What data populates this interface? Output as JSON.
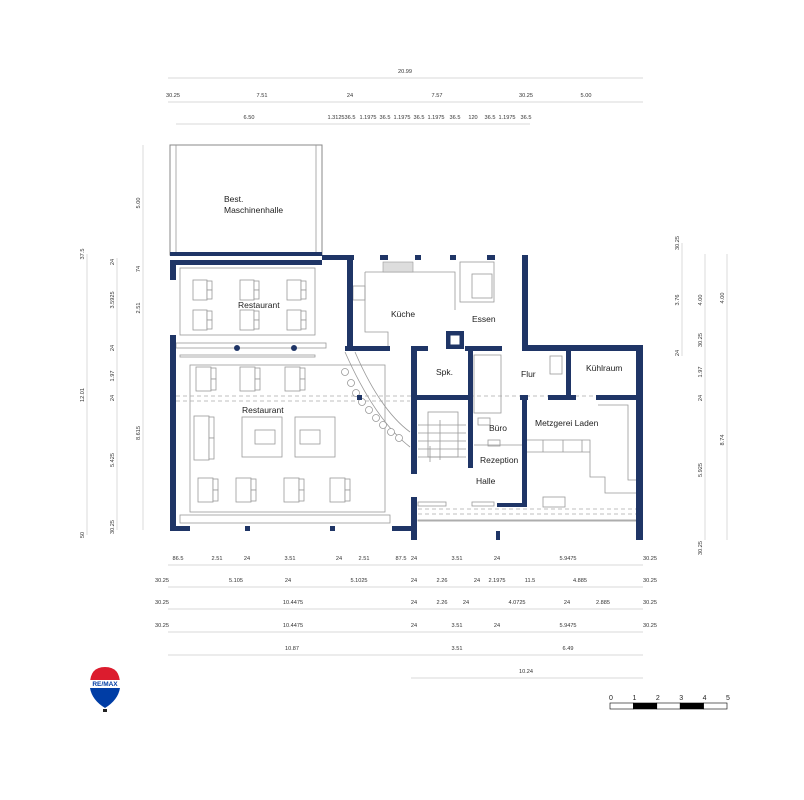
{
  "rooms": {
    "maschinenhalle_1": "Best.",
    "maschinenhalle_2": "Maschinenhalle",
    "restaurant_upper": "Restaurant",
    "restaurant_lower": "Restaurant",
    "kueche": "Küche",
    "essen": "Essen",
    "spk": "Spk.",
    "flur": "Flur",
    "kuehlraum": "Kühlraum",
    "buero": "Büro",
    "metzgerei": "Metzgerei Laden",
    "rezeption": "Rezeption",
    "halle": "Halle"
  },
  "dimensions": {
    "top": [
      [
        "20.99"
      ],
      [
        "30.25",
        "7.51",
        "24",
        "7.57",
        "30.25",
        "5.00"
      ],
      [
        "6.50",
        "1.3125",
        "36.5",
        "1.1975",
        "36.5",
        "1.1975",
        "36.5",
        "1.1975",
        "36.5",
        "120",
        "36.5",
        "1.1975",
        "36.5"
      ]
    ],
    "left": [
      [
        "37.5",
        "12.01",
        "50"
      ],
      [
        "24",
        "3.5925",
        "24",
        "1.97",
        "24",
        "5.425",
        "30.25"
      ],
      [
        "5.00",
        "74",
        "2.51",
        "8.615"
      ]
    ],
    "right": [
      [
        "30.25",
        "3.76",
        "24"
      ],
      [
        "4.00",
        "30.25",
        "1.97",
        "24",
        "5.925",
        "30.25"
      ],
      [
        "4.00",
        "8.74"
      ]
    ],
    "bottom": [
      [
        "86.5",
        "2.51",
        "24",
        "3.51",
        "24",
        "2.51",
        "87.5",
        "24",
        "3.51",
        "24",
        "5.9475",
        "30.25"
      ],
      [
        "30.25",
        "5.105",
        "24",
        "5.1025",
        "24",
        "2.26",
        "24",
        "2.1975",
        "11.5",
        "4.885",
        "30.25"
      ],
      [
        "30.25",
        "10.4475",
        "24",
        "2.26",
        "24",
        "4.0725",
        "24",
        "2.885",
        "30.25"
      ],
      [
        "30.25",
        "10.4475",
        "24",
        "3.51",
        "24",
        "5.9475",
        "30.25"
      ],
      [
        "10.87",
        "3.51",
        "6.49"
      ],
      [
        "10.24"
      ]
    ]
  },
  "scale_bar": {
    "labels": [
      "0",
      "1",
      "2",
      "3",
      "4",
      "5"
    ]
  },
  "logo": {
    "text": "RE/MAX"
  },
  "colors": {
    "wall": "#1f3566",
    "logo_red": "#dc1c2e",
    "logo_blue": "#003da5"
  }
}
